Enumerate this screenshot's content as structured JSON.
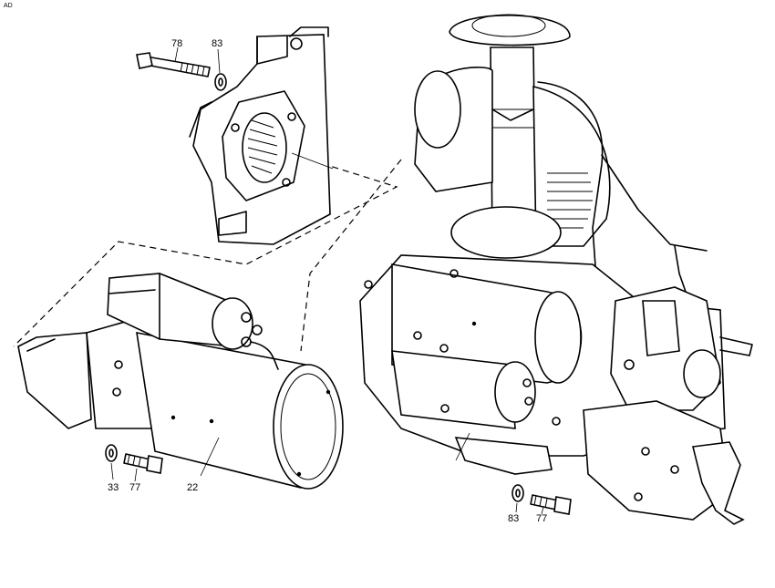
{
  "corner_mark": "AD",
  "callouts": {
    "c78": "78",
    "c83_top": "83",
    "c33": "33",
    "c77_left": "77",
    "c22": "22",
    "c83_bottom": "83",
    "c77_right": "77"
  }
}
